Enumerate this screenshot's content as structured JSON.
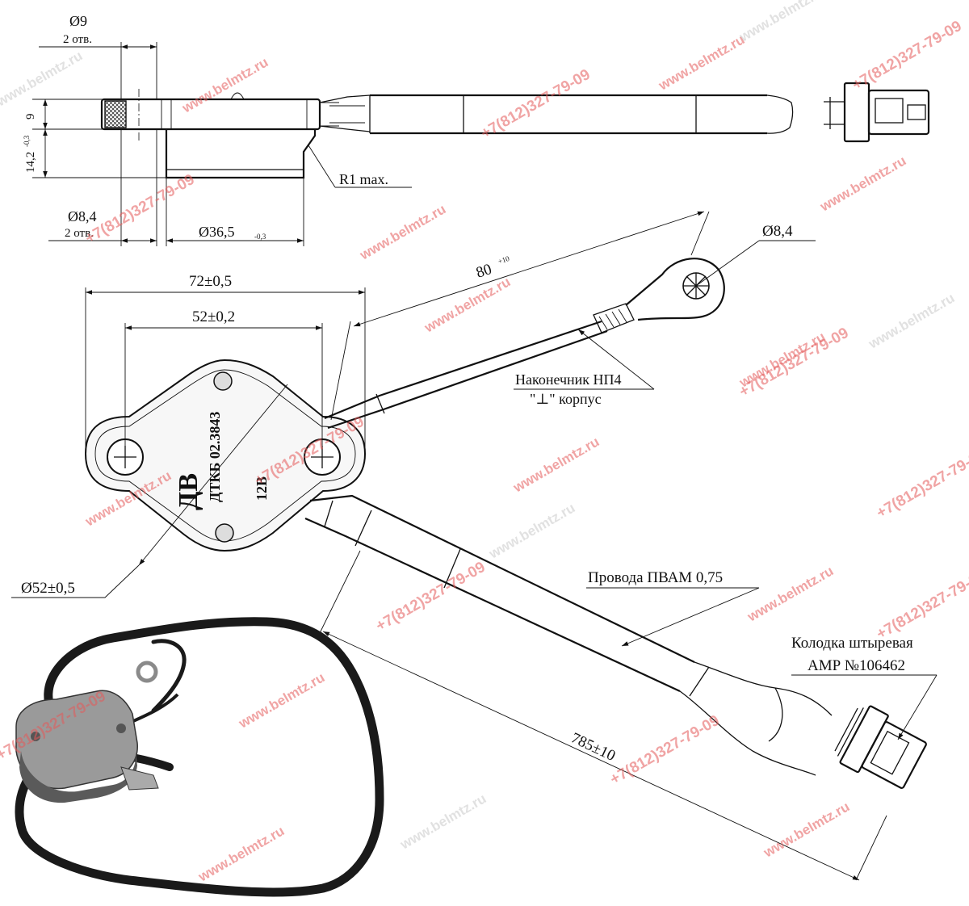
{
  "dimensions": {
    "hole_diameter_top": "Ø9",
    "hole_count_top": "2 отв.",
    "thickness": "9",
    "height": "14,2",
    "height_tolerance": "-0,3",
    "radius": "R1 max.",
    "hole_diameter_bottom": "Ø8,4",
    "hole_count_bottom": "2 отв.",
    "base_diameter": "Ø36,5",
    "base_diameter_tolerance": "-0,3",
    "overall_width": "72±0,5",
    "hole_spacing": "52±0,2",
    "lead_length": "80",
    "lead_length_tolerance": "+10",
    "lug_hole": "Ø8,4",
    "body_diameter": "Ø52±0,5",
    "cable_length": "785±10"
  },
  "callouts": {
    "terminal": "Наконечник НП4",
    "ground": "\"⊥\" корпус",
    "wires": "Провода ПВАМ 0,75",
    "connector_line1": "Колодка штыревая",
    "connector_line2": "АМР №106462"
  },
  "body_marking": {
    "logo": "ДВ",
    "model": "ДТКБ 02.3843",
    "voltage": "12В"
  },
  "watermark": {
    "site": "www.belmtz.ru",
    "phone": "+7(812)327-79-09",
    "color": "#e55a5a"
  }
}
